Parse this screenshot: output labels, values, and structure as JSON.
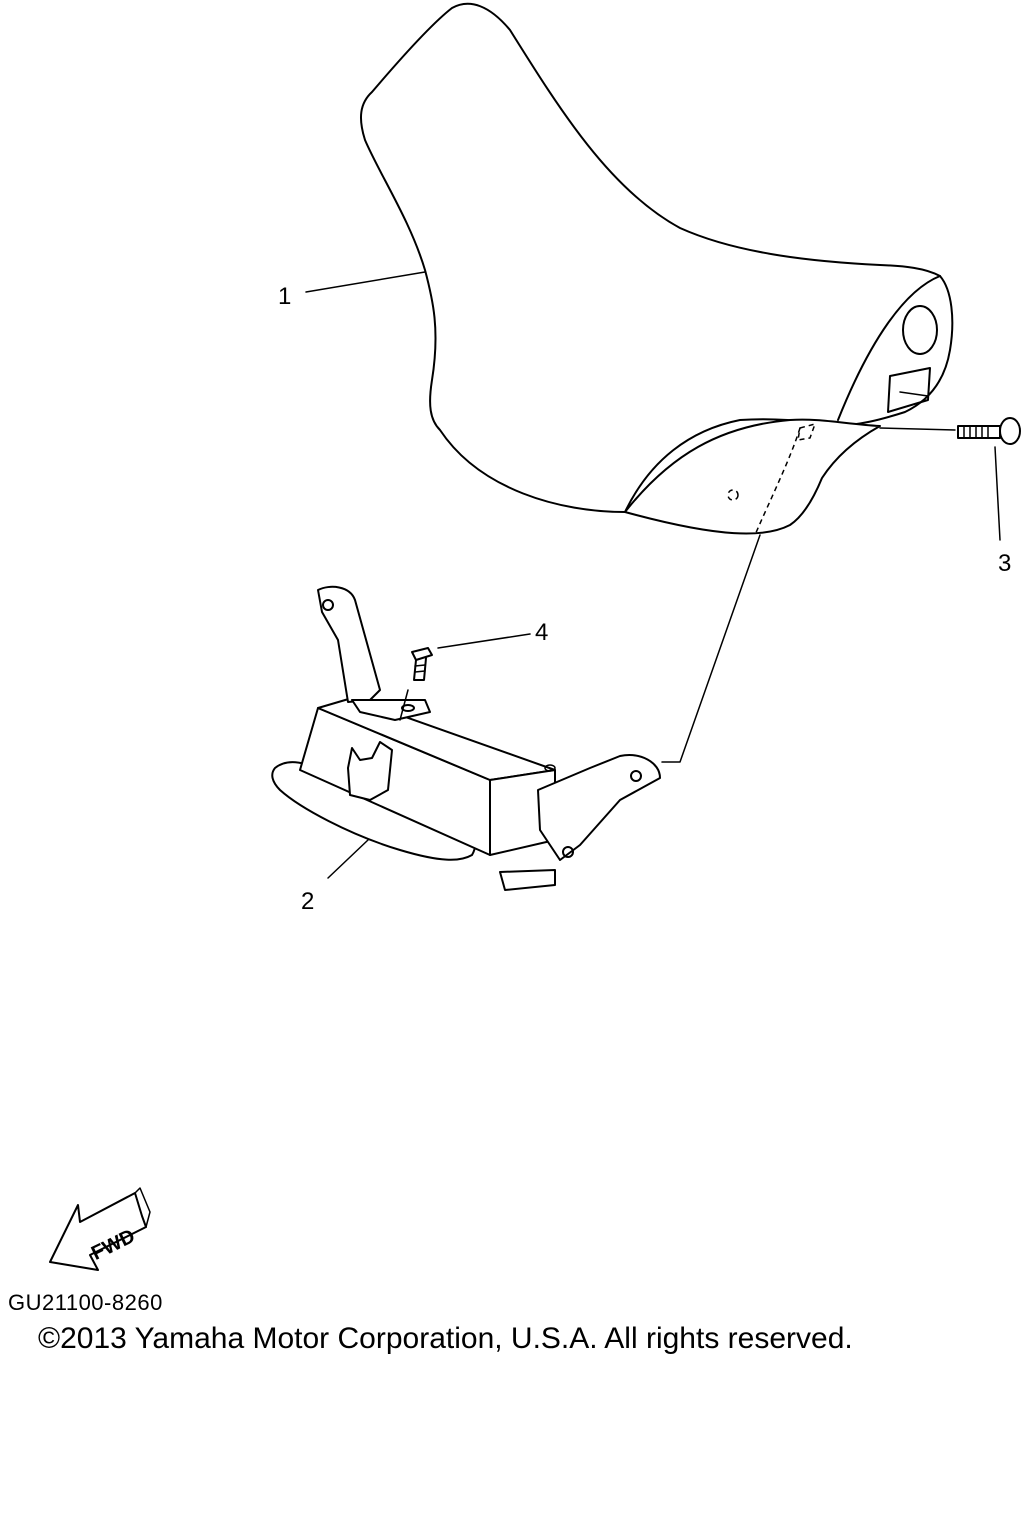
{
  "callouts": {
    "c1": "1",
    "c2": "2",
    "c3": "3",
    "c4": "4"
  },
  "fwd_label": "FWD",
  "drawing_code": "GU21100-8260",
  "copyright": "©2013 Yamaha Motor Corporation, U.S.A. All rights reserved.",
  "colors": {
    "line": "#000000",
    "background": "#ffffff"
  }
}
